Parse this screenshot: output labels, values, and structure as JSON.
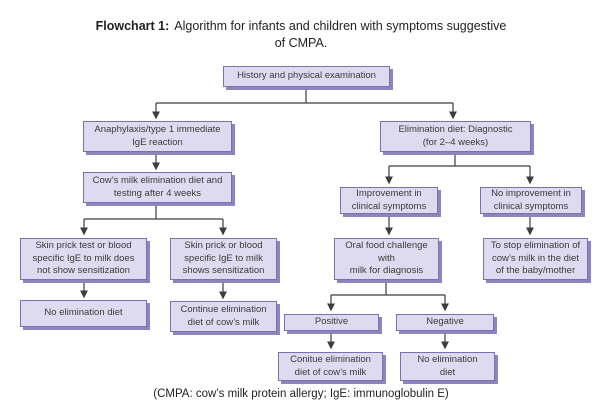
{
  "title": {
    "label": "Flowchart 1:",
    "text": "Algorithm for infants and children with symptoms suggestive of CMPA."
  },
  "caption": "(CMPA: cow’s milk protein allergy; IgE: immunoglobulin E)",
  "nodes": {
    "history": "History and physical examination",
    "anaphylaxis": "Anaphylaxis/type 1 immediate\nIgE reaction",
    "elimination_diet": "Elimination diet: Diagnostic\n(for 2–4 weeks)",
    "cows_milk_elimination": "Cow’s milk elimination diet and\ntesting after 4 weeks",
    "improvement": "Improvement in\nclinical symptoms",
    "no_improvement": "No improvement in\nclinical symptoms",
    "skin_prick_no_sensitization": "Skin prick test or blood\nspecific IgE to milk does\nnot show sensitization",
    "skin_prick_sensitization": "Skin prick or blood\nspecific IgE to milk\nshows sensitization",
    "oral_food_challenge": "Oral food challenge\nwith\nmilk for diagnosis",
    "stop_elimination": "To stop elimination of\ncow’s milk in the diet\nof the baby/mother",
    "no_elimination_diet": "No elimination diet",
    "continue_elimination": "Continue elimination\ndiet of cow’s milk",
    "positive": "Positive",
    "negative": "Negative",
    "conitue_elimination": "Conitue elimination\ndiet of cow’s milk",
    "no_elimination_diet_bottom": "No elimination\ndiet"
  },
  "colors": {
    "box_fill": "#dedbf0",
    "box_border": "#7c70b0",
    "box_shadow": "#8d85bd",
    "connector": "#3d3d3d",
    "text": "#3a3a3a"
  }
}
